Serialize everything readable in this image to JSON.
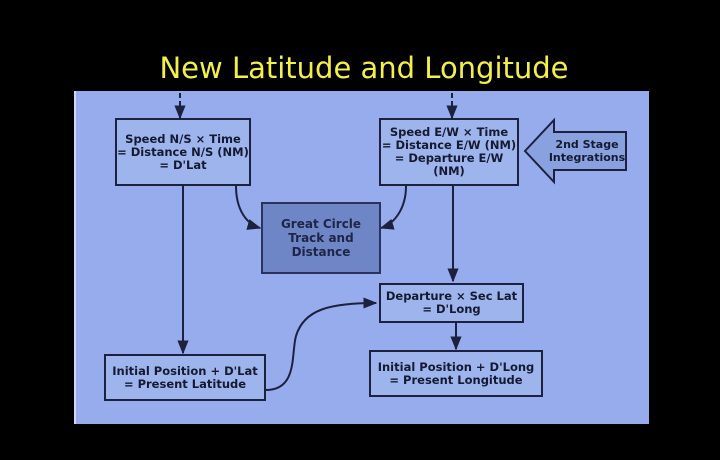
{
  "slide": {
    "title": "New Latitude and Longitude"
  },
  "diagram": {
    "nodes": {
      "speed_ns": [
        "Speed N/S × Time",
        "= Distance N/S (NM)",
        "= D'Lat"
      ],
      "speed_ew": [
        "Speed E/W × Time",
        "= Distance E/W (NM)",
        "= Departure E/W",
        "(NM)"
      ],
      "great_circle": [
        "Great Circle",
        "Track and",
        "Distance"
      ],
      "departure": [
        "Departure × Sec Lat",
        "= D'Long"
      ],
      "present_latitude": [
        "Initial Position + D'Lat",
        "= Present Latitude"
      ],
      "present_longitude": [
        "Initial Position + D'Long",
        "= Present Longitude"
      ]
    },
    "stage_arrow": [
      "2nd Stage",
      "Integrations"
    ]
  },
  "colors": {
    "background": "#000000",
    "title": "#f4f04a",
    "panel": "#96acec",
    "box_border": "#1c2140",
    "box_shaded": "#6f86c6",
    "line": "#1c2140"
  }
}
